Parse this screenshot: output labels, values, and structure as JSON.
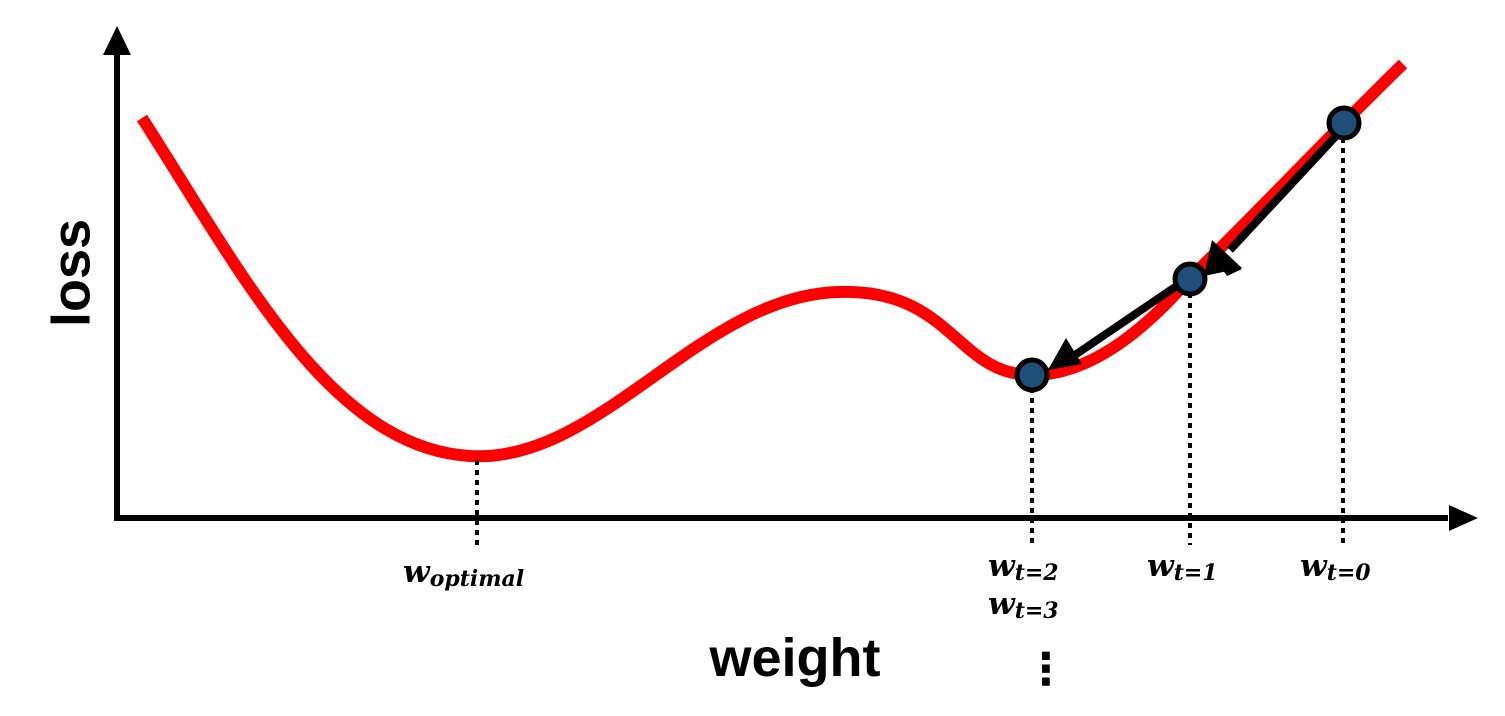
{
  "axes": {
    "x_title": "weight",
    "y_title": "loss"
  },
  "labels": {
    "optimal": {
      "main": "w",
      "sub": "optimal"
    },
    "t2": {
      "main": "w",
      "sub": "t=2"
    },
    "t3": {
      "main": "w",
      "sub": "t=3"
    },
    "t1": {
      "main": "w",
      "sub": "t=1"
    },
    "t0": {
      "main": "w",
      "sub": "t=0"
    }
  },
  "continuation_mark": "⋮",
  "colors": {
    "curve": "#ff0000",
    "axes": "#000000",
    "point_fill": "#1f4e79",
    "point_stroke": "#000000",
    "arrow": "#000000",
    "guide_lines": "#000000"
  }
}
